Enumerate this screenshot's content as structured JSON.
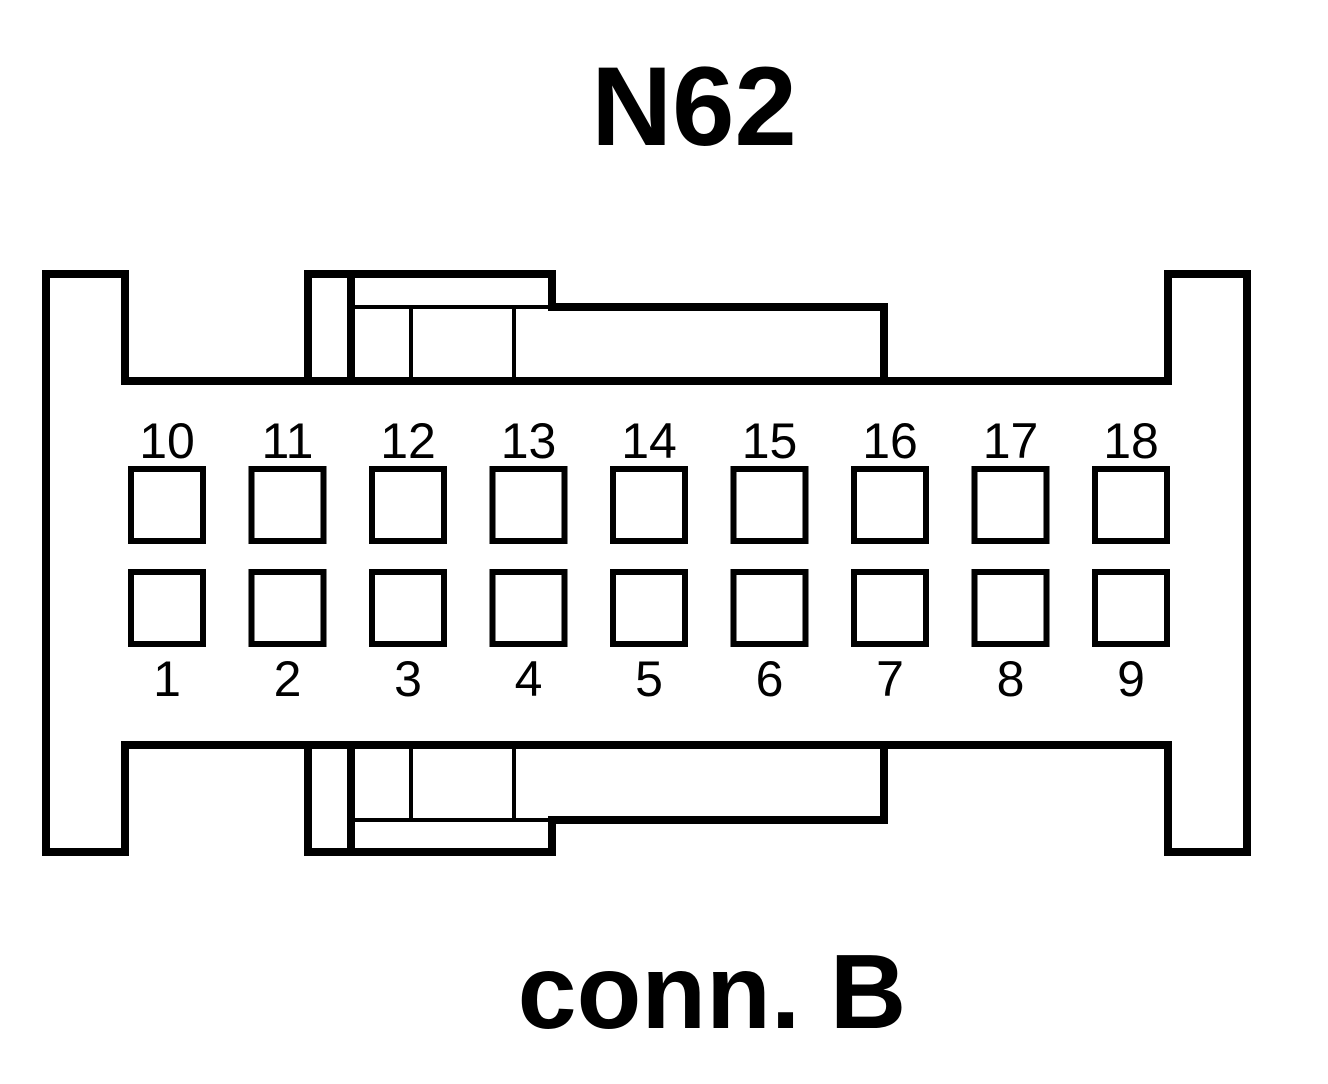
{
  "connector_id": "N62",
  "connector_label": "conn. B",
  "top_row_pins": [
    "10",
    "11",
    "12",
    "13",
    "14",
    "15",
    "16",
    "17",
    "18"
  ],
  "bottom_row_pins": [
    "1",
    "2",
    "3",
    "4",
    "5",
    "6",
    "7",
    "8",
    "9"
  ],
  "colors": {
    "stroke": "#000000",
    "background": "#ffffff"
  }
}
